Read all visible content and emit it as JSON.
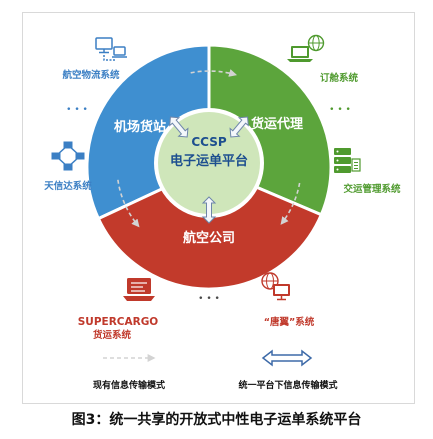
{
  "colors": {
    "center_fill": "#cfe6ba",
    "center_text": "#1d4f8f",
    "label_blue": "#3b7fc4",
    "label_green": "#4f9a2e",
    "label_red": "#c0392b",
    "dots_dark": "#4a4a4a"
  },
  "platform": {
    "line1": "CCSP",
    "line2": "电子运单平台"
  },
  "sectors": {
    "airport": {
      "label": "机场货站",
      "color": "#3f8fd0"
    },
    "forwarder": {
      "label": "货运代理",
      "color": "#5ca53c"
    },
    "airline": {
      "label": "航空公司",
      "color": "#c23a2b"
    }
  },
  "systems": {
    "air_logistics": {
      "label": "航空物流系统",
      "icon": "network-computers-icon"
    },
    "booking": {
      "label": "订舱系统",
      "icon": "laptop-globe-icon"
    },
    "tianxinda": {
      "label": "天信达系统",
      "icon": "network-nodes-icon"
    },
    "transport_management": {
      "label": "交运管理系统",
      "icon": "server-stack-icon"
    },
    "supercargo": {
      "label": "SUPERCARGO",
      "sublabel": "货运系统",
      "icon": "laptop-icon"
    },
    "tangyi": {
      "label": "“唐翼”系统",
      "icon": "globe-monitor-icon"
    }
  },
  "more_indicator": "• • •",
  "legend": {
    "existing_mode": {
      "label": "现有信息传输模式",
      "icon": "dashed-arrow-icon"
    },
    "unified_mode": {
      "label": "统一平台下信息传输模式",
      "icon": "double-arrow-icon"
    }
  },
  "caption": "图3：统一共享的开放式中性电子运单系统平台"
}
